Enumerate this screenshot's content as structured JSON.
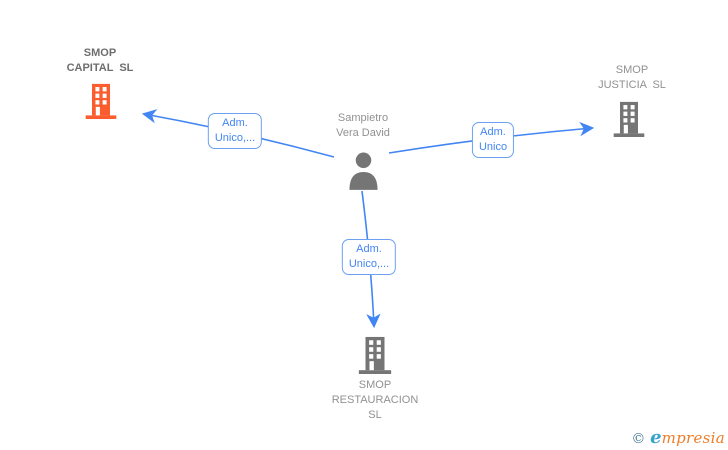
{
  "colors": {
    "edge_blue": "#4285f4",
    "box_border": "#6ba0f3",
    "icon_gray": "#757575",
    "focus_orange": "#fb5d2e",
    "label_gray": "#919191",
    "label_dark": "#6e6e6e",
    "watermark_copyright": "#4b7d99",
    "watermark_teal": "#35a3cc",
    "watermark_orange": "#ee7d28"
  },
  "person": {
    "name": "Sampietro\nVera David"
  },
  "companies": {
    "capital": {
      "label": "SMOP\nCAPITAL  SL"
    },
    "justicia": {
      "label": "SMOP\nJUSTICIA  SL"
    },
    "restauracion": {
      "label": "SMOP\nRESTAURACION\nSL"
    }
  },
  "edges": {
    "to_capital": {
      "label": "Adm.\nUnico,..."
    },
    "to_justicia": {
      "label": "Adm.\nUnico"
    },
    "to_restauracion": {
      "label": "Adm.\nUnico,..."
    }
  },
  "watermark": {
    "copyright": "©",
    "brand_initial": "e",
    "brand_rest": "mpresia"
  }
}
